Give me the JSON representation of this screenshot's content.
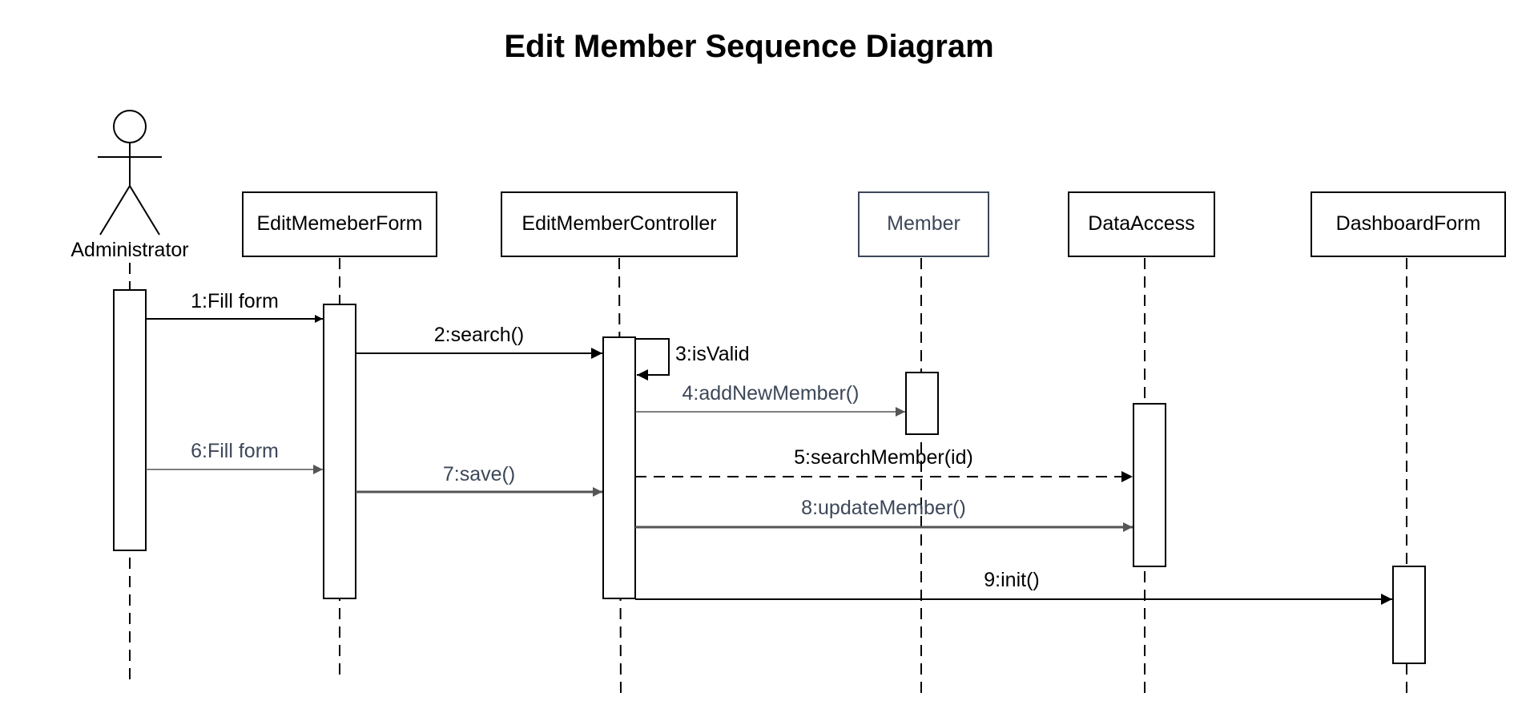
{
  "title": "Edit Member Sequence Diagram",
  "actor": {
    "label": "Administrator"
  },
  "participants": [
    {
      "id": "form",
      "label": "EditMemeberForm",
      "muted": false
    },
    {
      "id": "controller",
      "label": "EditMemberController",
      "muted": false
    },
    {
      "id": "member",
      "label": "Member",
      "muted": true
    },
    {
      "id": "dataaccess",
      "label": "DataAccess",
      "muted": false
    },
    {
      "id": "dashboard",
      "label": "DashboardForm",
      "muted": false
    }
  ],
  "messages": [
    {
      "label": "1:Fill form",
      "from": "Administrator",
      "to": "EditMemeberForm",
      "style": "solid"
    },
    {
      "label": "2:search()",
      "from": "EditMemeberForm",
      "to": "EditMemberController",
      "style": "solid"
    },
    {
      "label": "3:isValid",
      "from": "EditMemberController",
      "to": "EditMemberController",
      "style": "self"
    },
    {
      "label": "4:addNewMember()",
      "from": "EditMemberController",
      "to": "Member",
      "style": "solid"
    },
    {
      "label": "5:searchMember(id)",
      "from": "EditMemberController",
      "to": "DataAccess",
      "style": "dashed"
    },
    {
      "label": "6:Fill form",
      "from": "Administrator",
      "to": "EditMemeberForm",
      "style": "solid"
    },
    {
      "label": "7:save()",
      "from": "EditMemeberForm",
      "to": "EditMemberController",
      "style": "solid"
    },
    {
      "label": "8:updateMember()",
      "from": "EditMemberController",
      "to": "DataAccess",
      "style": "solid"
    },
    {
      "label": "9:init()",
      "from": "EditMemberController",
      "to": "DashboardForm",
      "style": "solid"
    }
  ],
  "colors": {
    "line": "#000000",
    "muted_text": "#3c4758",
    "gray_line": "#555555",
    "member_border": "#3c4758"
  }
}
